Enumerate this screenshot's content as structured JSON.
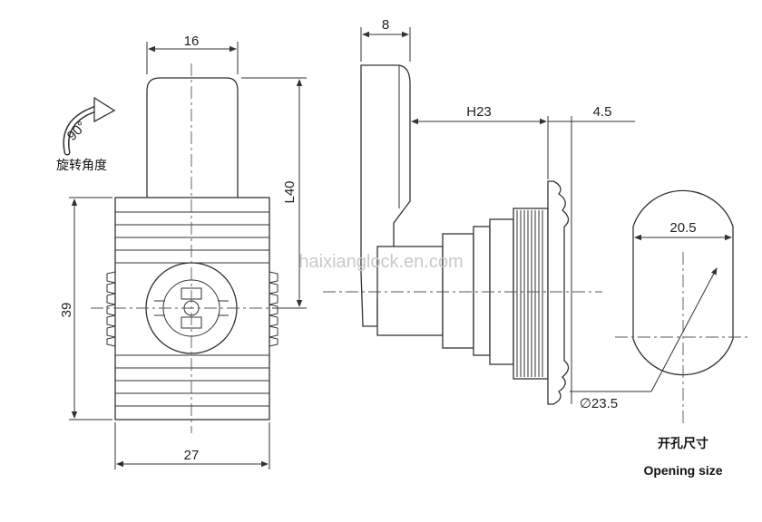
{
  "labels": {
    "front_top_width": "16",
    "front_height": "39",
    "front_bottom_width": "27",
    "rotation_angle": "90°",
    "rotation_caption": "旋转角度",
    "side_thickness": "8",
    "side_thread": "H23",
    "side_flange": "4.5",
    "side_length": "L40",
    "opening_width": "20.5",
    "opening_diameter": "∅23.5",
    "opening_caption_cn": "开孔尺寸",
    "opening_caption_en": "Opening size"
  },
  "watermark": "haixianglock.en.com",
  "colors": {
    "line": "#333333",
    "background": "#ffffff"
  }
}
